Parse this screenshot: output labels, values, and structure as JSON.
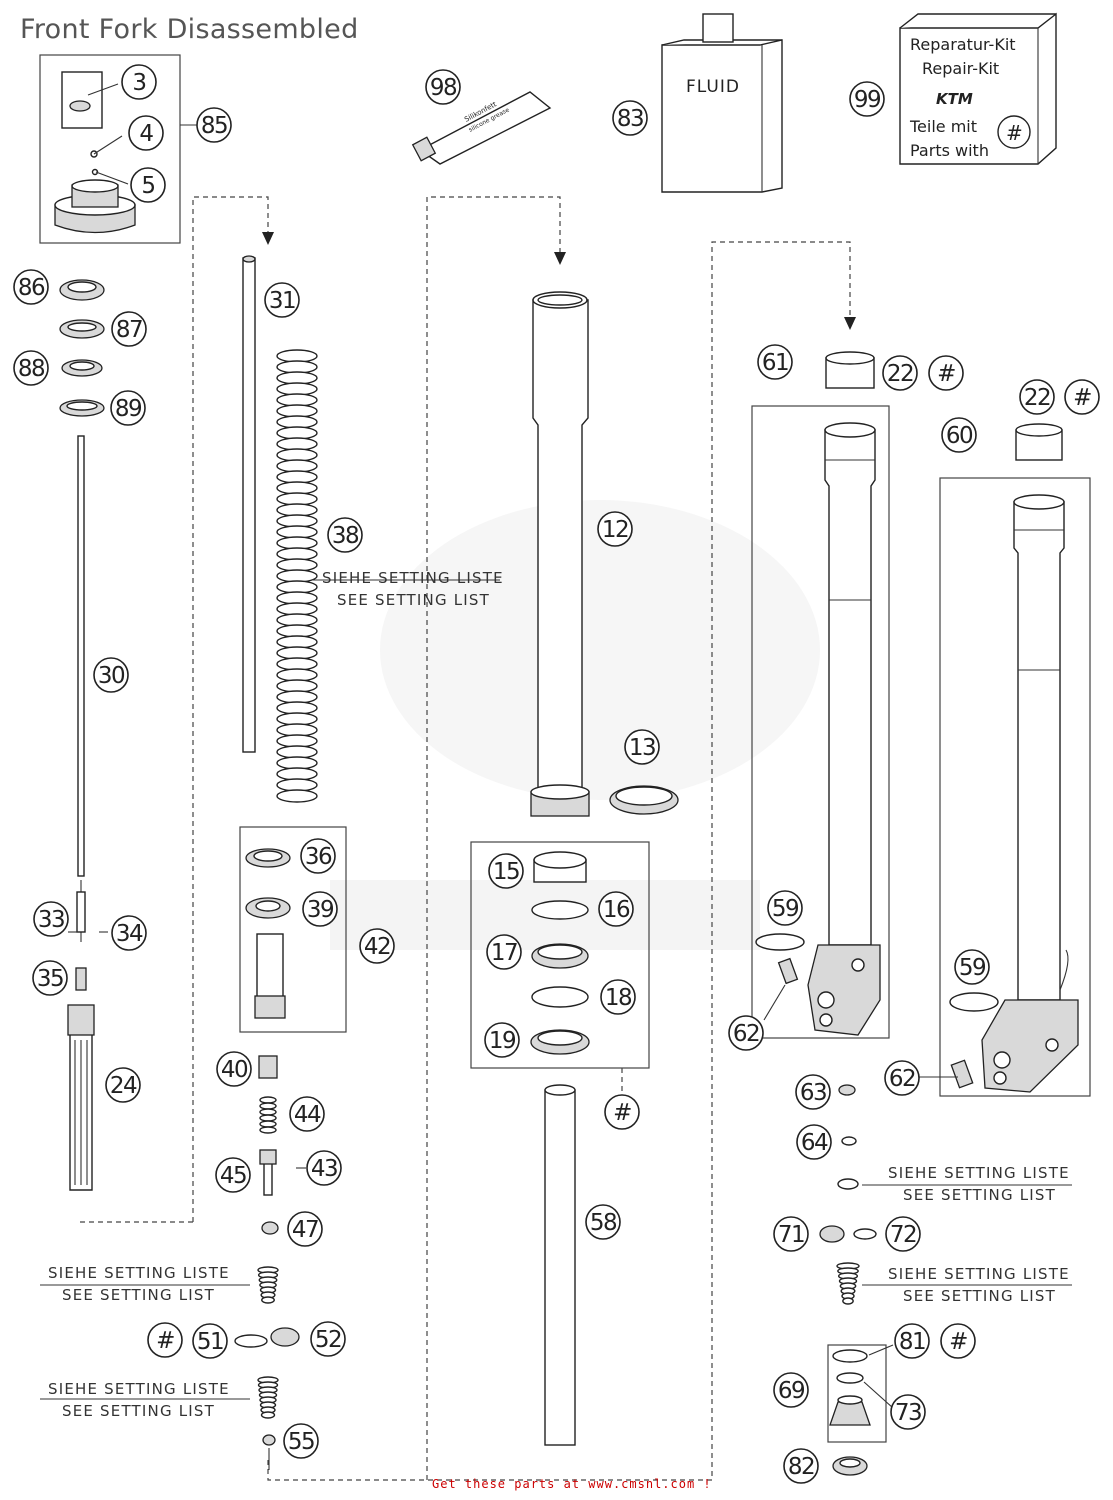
{
  "title": "Front Fork Disassembled",
  "footer": "Get these parts at www.cmsnl.com !",
  "fluid_label": "FLUID",
  "tube_label_line1": "Silikonfett",
  "tube_label_line2": "silicone grease",
  "repair_kit": {
    "line1": "Reparatur-Kit",
    "line2": "Repair-Kit",
    "brand": "KTM",
    "line3": "Teile mit",
    "line4": "Parts with",
    "symbol": "#"
  },
  "notes": {
    "de": "SIEHE SETTING LISTE",
    "en": "SEE SETTING LIST"
  },
  "callouts": {
    "3": "3",
    "4": "4",
    "5": "5",
    "85": "85",
    "98": "98",
    "83": "83",
    "99": "99",
    "86": "86",
    "87": "87",
    "88": "88",
    "89": "89",
    "30": "30",
    "31": "31",
    "38": "38",
    "33": "33",
    "34": "34",
    "35": "35",
    "24": "24",
    "36": "36",
    "39": "39",
    "42": "42",
    "40": "40",
    "44": "44",
    "45": "45",
    "43": "43",
    "47": "47",
    "51": "51",
    "52": "52",
    "55": "55",
    "12": "12",
    "13": "13",
    "15": "15",
    "16": "16",
    "17": "17",
    "18": "18",
    "19": "19",
    "58": "58",
    "61": "61",
    "22": "22",
    "60": "60",
    "59": "59",
    "62": "62",
    "63": "63",
    "64": "64",
    "71": "71",
    "72": "72",
    "81": "81",
    "69": "69",
    "73": "73",
    "82": "82",
    "hash": "#"
  }
}
